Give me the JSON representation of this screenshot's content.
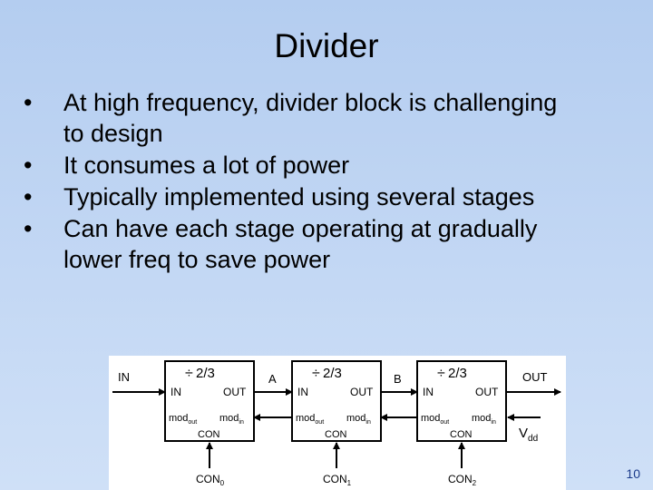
{
  "slide": {
    "title": "Divider",
    "bullets": [
      "At high frequency, divider block is challenging to design",
      "It consumes a lot of power",
      "Typically implemented using several stages",
      "Can have each stage operating at gradually lower freq to save power"
    ],
    "bullet_symbol": "•",
    "page_number": "10"
  },
  "diagram": {
    "input_label": "IN",
    "output_label": "OUT",
    "supply_label": {
      "base": "V",
      "sub": "dd"
    },
    "between_labels": [
      "A",
      "B"
    ],
    "stages": [
      {
        "ratio": "2/3",
        "in": "IN",
        "out": "OUT",
        "mod_out": {
          "base": "mod",
          "sub": "out"
        },
        "mod_in": {
          "base": "mod",
          "sub": "in"
        },
        "con": "CON",
        "control": {
          "base": "CON",
          "sub": "0"
        }
      },
      {
        "ratio": "2/3",
        "in": "IN",
        "out": "OUT",
        "mod_out": {
          "base": "mod",
          "sub": "out"
        },
        "mod_in": {
          "base": "mod",
          "sub": "in"
        },
        "con": "CON",
        "control": {
          "base": "CON",
          "sub": "1"
        }
      },
      {
        "ratio": "2/3",
        "in": "IN",
        "out": "OUT",
        "mod_out": {
          "base": "mod",
          "sub": "out"
        },
        "mod_in": {
          "base": "mod",
          "sub": "in"
        },
        "con": "CON",
        "control": {
          "base": "CON",
          "sub": "2"
        }
      }
    ],
    "line_color": "#000000"
  }
}
